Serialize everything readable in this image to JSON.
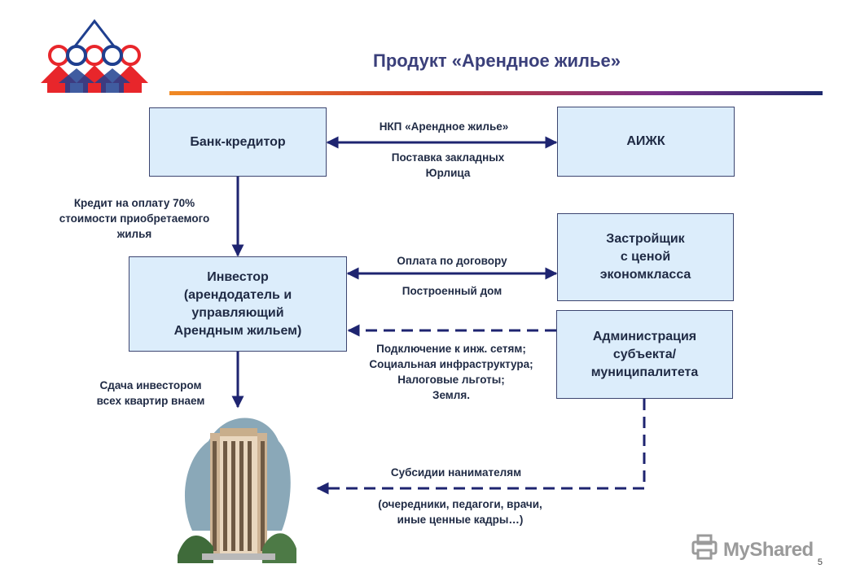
{
  "title": "Продукт «Арендное жилье»",
  "boxes": {
    "bank": "Банк-кредитор",
    "aizhk": "АИЖК",
    "builder": "Застройщик\nс ценой\nэкономкласса",
    "investor": "Инвестор\n(арендодатель и\nуправляющий\nАрендным жильем)",
    "admin": "Администрация\nсубъекта/\nмуниципалитета"
  },
  "labels": {
    "nkp": "НКП «Арендное жилье»",
    "supply": "Поставка закладных\nЮрлица",
    "credit": "Кредит на оплату 70%\nстоимости приобретаемого\nжилья",
    "payment": "Оплата по договору",
    "built": "Построенный дом",
    "connection": "Подключение к инж. сетям;\nСоциальная инфраструктура;\nНалоговые льготы;\nЗемля.",
    "rent_out": "Сдача инвестором\nвсех квартир внаем",
    "subsidies": "Субсидии нанимателям",
    "subsidies_note": "(очередники, педагоги, врачи,\nиные ценные кадры…)"
  },
  "page_number": "5",
  "watermark": "MyShared",
  "colors": {
    "box_fill": "#dcedfb",
    "arrow": "#1e2470",
    "title": "#3a3f7a",
    "logo_red": "#e8262b",
    "logo_blue": "#1f3f8f"
  },
  "icons": [
    "logo-icon",
    "building-icon",
    "watermark-icon"
  ]
}
